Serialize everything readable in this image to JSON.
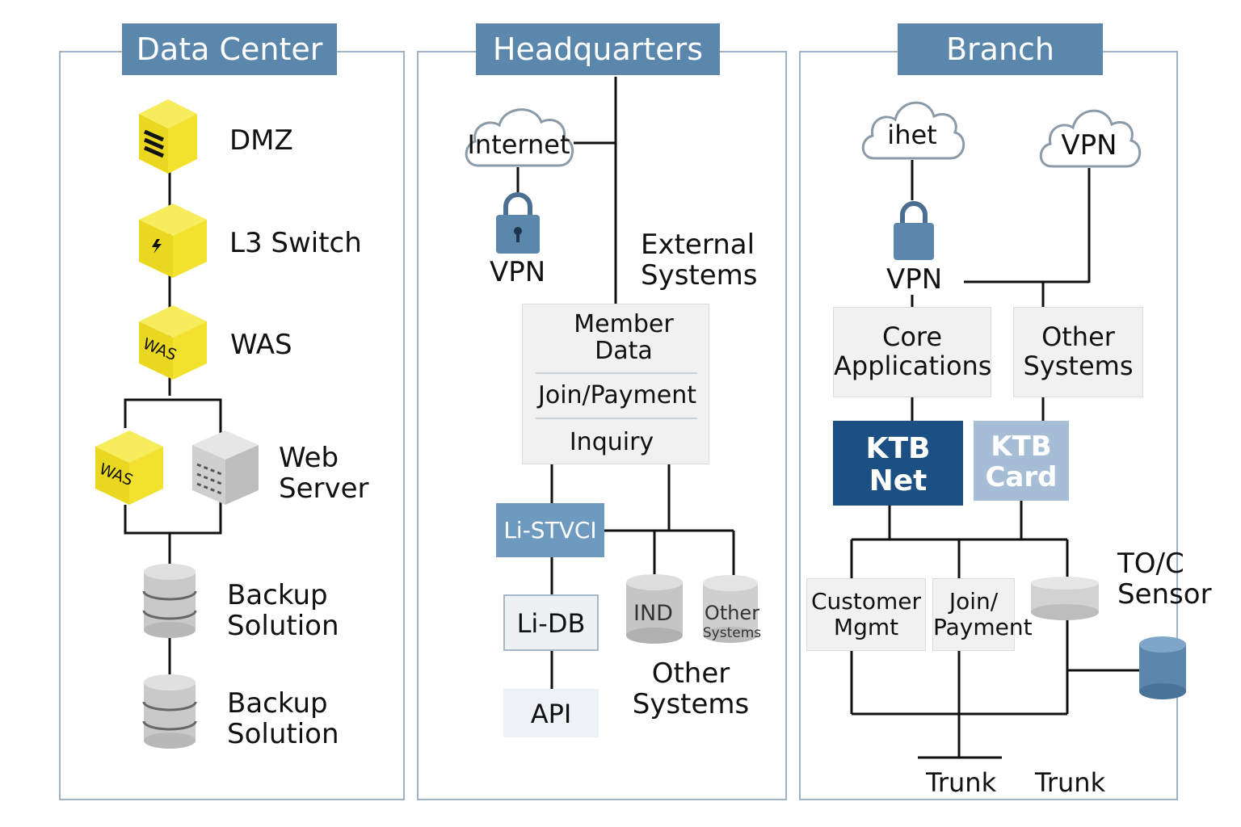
{
  "panels": {
    "data_center": {
      "title": "Data Center",
      "dmz": "DMZ",
      "l3_switch": "L3 Switch",
      "was": "WAS",
      "was_icon_text": "WAS",
      "web_server": "Web\nServer",
      "backup_1": "Backup\nSolution",
      "backup_2": "Backup\nSolution"
    },
    "headquarters": {
      "title": "Headquarters",
      "internet": "Internet",
      "vpn": "VPN",
      "external": "External\nSystems",
      "member_data": "Member\nData",
      "join_payment": "Join/Payment",
      "inquiry": "Inquiry",
      "li_stvci": "Li-STVCI",
      "li_db": "Li-DB",
      "api": "API",
      "ind": "IND",
      "other_small_1": "Other",
      "other_small_2": "Systems",
      "other_systems": "Other\nSystems"
    },
    "branch": {
      "title": "Branch",
      "ihet": "ihet",
      "vpn_cloud": "VPN",
      "vpn": "VPN",
      "core_apps": "Core\nApplications",
      "other_systems": "Other\nSystems",
      "ktb_net": "KTB\nNet",
      "ktb_card": "KTB\nCard",
      "customer_mgmt": "Customer\nMgmt",
      "join_payment": "Join/\nPayment",
      "toc_sensor": "TO/C\nSensor",
      "trunk_1": "Trunk",
      "trunk_2": "Trunk"
    }
  },
  "colors": {
    "header": "#5b87ad",
    "panel_border": "#9fb3c8",
    "cube_yellow": "#f2e22e",
    "ktb_net": "#1c4f82",
    "ktb_card": "#a6bdd6",
    "li_stvci": "#6f9ac0"
  }
}
